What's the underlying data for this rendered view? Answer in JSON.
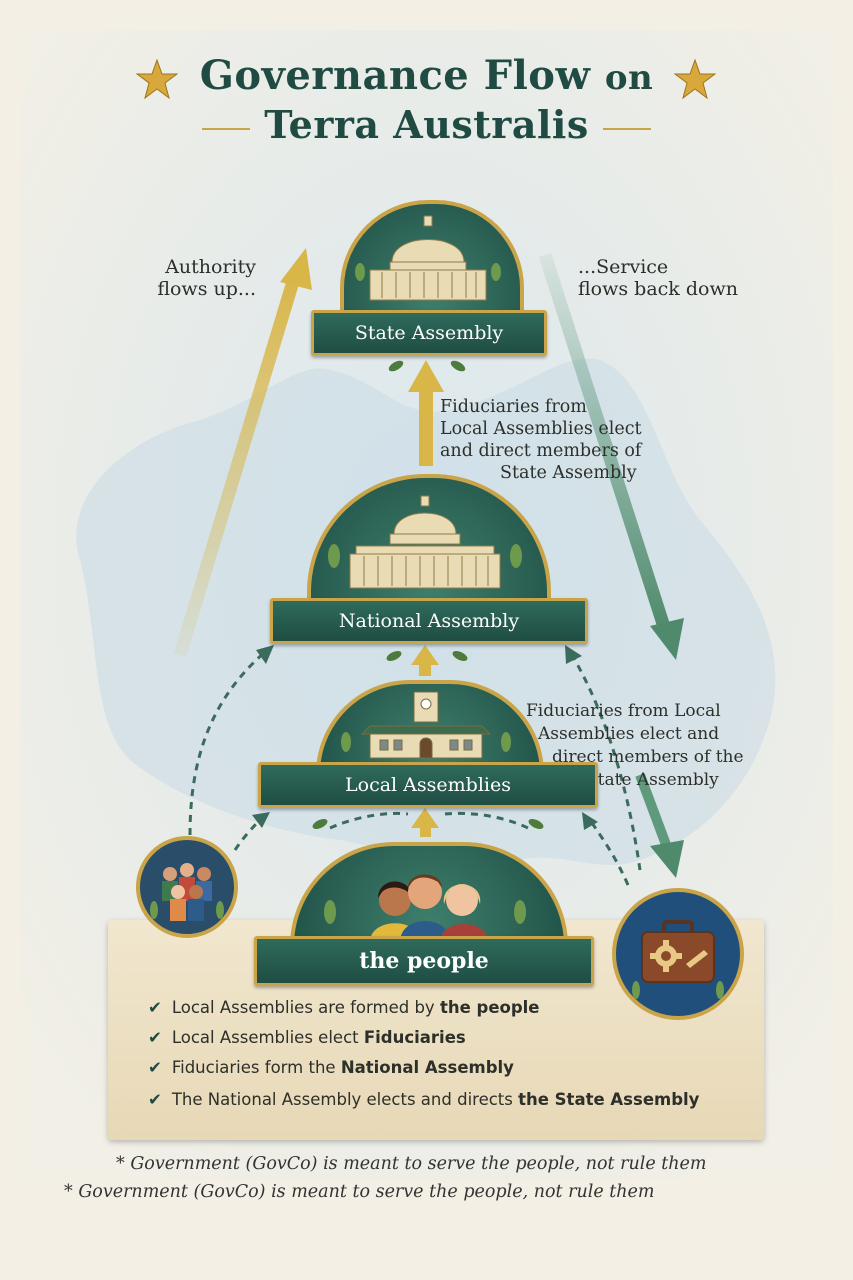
{
  "title": {
    "line1": "Governance Flow",
    "line1_suffix": "on",
    "line2": "Terra Australis"
  },
  "side_labels": {
    "left": [
      "Authority",
      "flows up..."
    ],
    "right": [
      "...Service",
      "flows back down"
    ]
  },
  "levels": {
    "state": "State Assembly",
    "national": "National Assembly",
    "local": "Local Assemblies",
    "people": "the people"
  },
  "annotations": {
    "upper": [
      "Fiduciaries from",
      "Local Assemblies elect",
      "and direct members of",
      "State Assembly"
    ],
    "lower": [
      "Fiduciaries from Local",
      "Assemblies elect and",
      "direct members of the",
      "State Assembly"
    ]
  },
  "list": [
    {
      "text": "Local Assemblies are formed by ",
      "bold": "the people"
    },
    {
      "text": "Local Assemblies elect ",
      "bold": "Fiduciaries"
    },
    {
      "text": "Fiduciaries form the ",
      "bold": "National Assembly"
    },
    {
      "text": "The National Assembly elects and directs ",
      "bold": "the State Assembly"
    }
  ],
  "footnotes": [
    "* Government (GovCo) is meant to serve the people, not rule them",
    "* Government (GovCo) is meant to serve the people, not rule them"
  ],
  "icons": [
    "star-icon",
    "capitol-dome-icon",
    "town-hall-icon",
    "people-icon",
    "briefcase-gear-icon",
    "laurel-icon",
    "checkmark-icon"
  ],
  "colors": {
    "teal": "#1f4d43",
    "gold": "#c9a449",
    "up_arrow": "#d8b648",
    "down_arrow": "#5f9a7c",
    "parchment": "#efe4c8"
  }
}
